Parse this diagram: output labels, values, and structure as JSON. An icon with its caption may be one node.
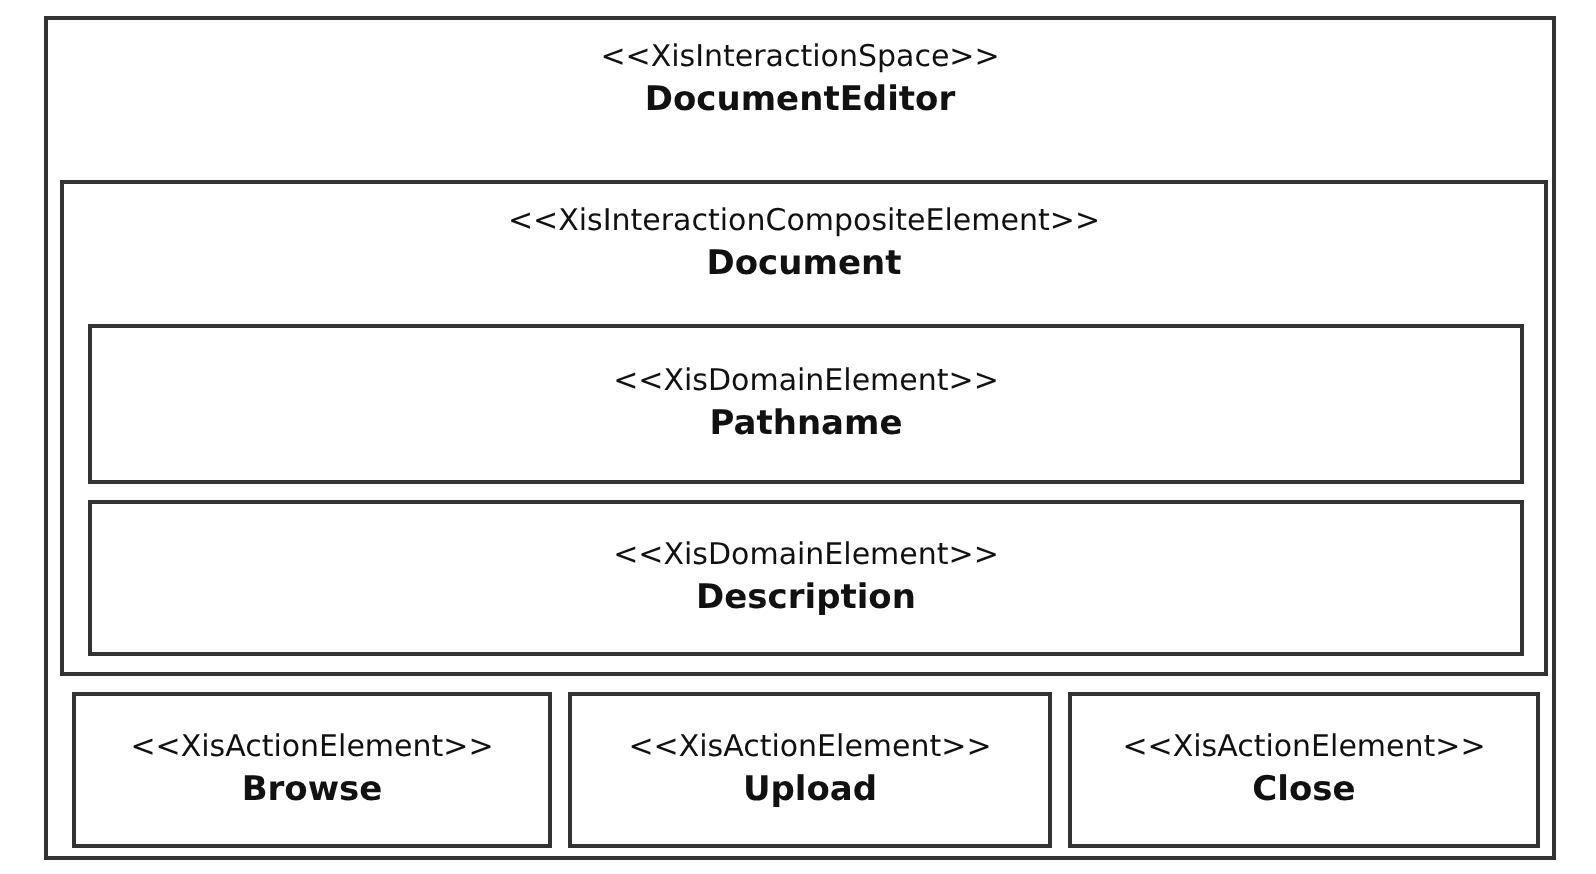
{
  "diagram": {
    "nodes": [
      {
        "text": [
          "<<XisInteractionSpace>>",
          "DocumentEditor"
        ]
      },
      {
        "text": [
          "<<XisInteractionCompositeElement>>",
          "Document"
        ],
        "in": 0
      },
      {
        "text": [
          "<<XisDomainElement>>",
          "Pathname"
        ],
        "in": 1
      },
      {
        "text": [
          "<<XisDomainElement>>",
          "Description"
        ],
        "in": 1
      },
      {
        "text": [
          "<<XisActionElement>>",
          "Browse"
        ],
        "in": 0
      },
      {
        "text": [
          "<<XisActionElement>>",
          "Upload"
        ],
        "in": 0
      },
      {
        "text": [
          "<<XisActionElement>>",
          "Close"
        ],
        "in": 0
      }
    ]
  }
}
